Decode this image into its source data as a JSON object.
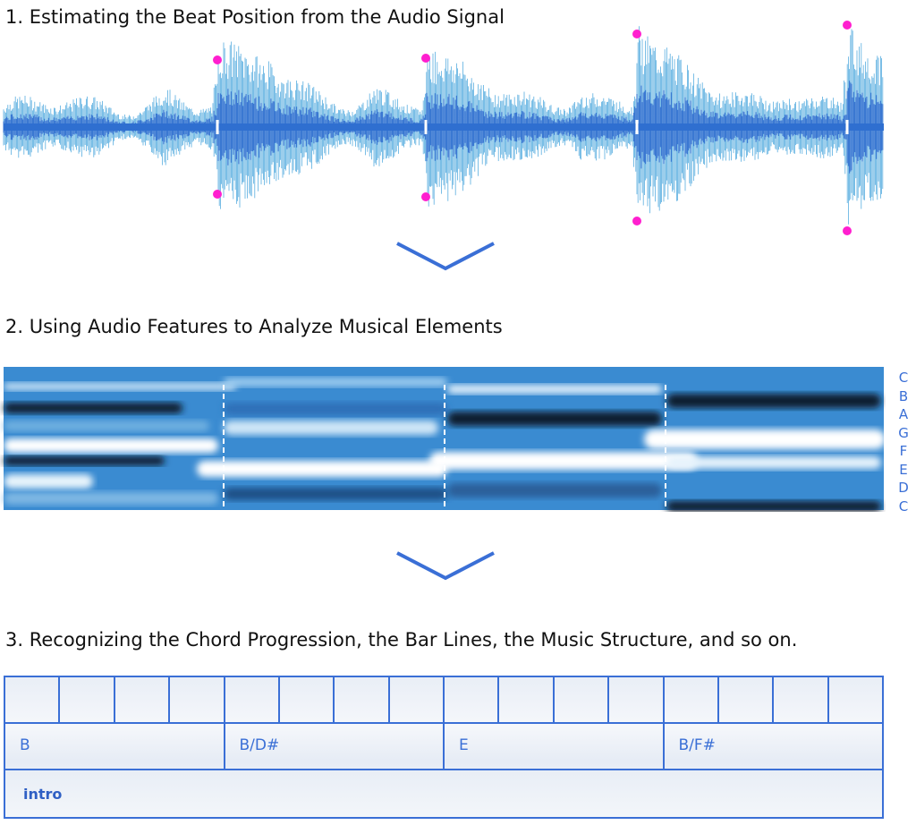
{
  "steps": [
    {
      "title": "1. Estimating the Beat Position from the Audio Signal"
    },
    {
      "title": "2. Using Audio Features to Analyze Musical Elements"
    },
    {
      "title": "3. Recognizing the Chord Progression, the Bar Lines, the Music Structure, and so on."
    }
  ],
  "colors": {
    "waveform_dark": "#2f6fd0",
    "waveform_light": "#59aee0",
    "beat_marker": "#ff1fcf",
    "arrow": "#3a6fd6",
    "grid_line": "#3a6fd6",
    "chroma_dark": "#0a1b2e",
    "chroma_mid": "#3a8bd1",
    "chroma_light": "#ffffff"
  },
  "chroma_notes": [
    "C",
    "B",
    "A",
    "G",
    "F",
    "E",
    "D",
    "C"
  ],
  "bars": [
    {
      "chord": "B"
    },
    {
      "chord": "B/D#"
    },
    {
      "chord": "E"
    },
    {
      "chord": "B/F#"
    }
  ],
  "beats_per_bar": 4,
  "section": {
    "label": "intro"
  },
  "icons": {
    "arrow": "chevron-down-icon"
  }
}
